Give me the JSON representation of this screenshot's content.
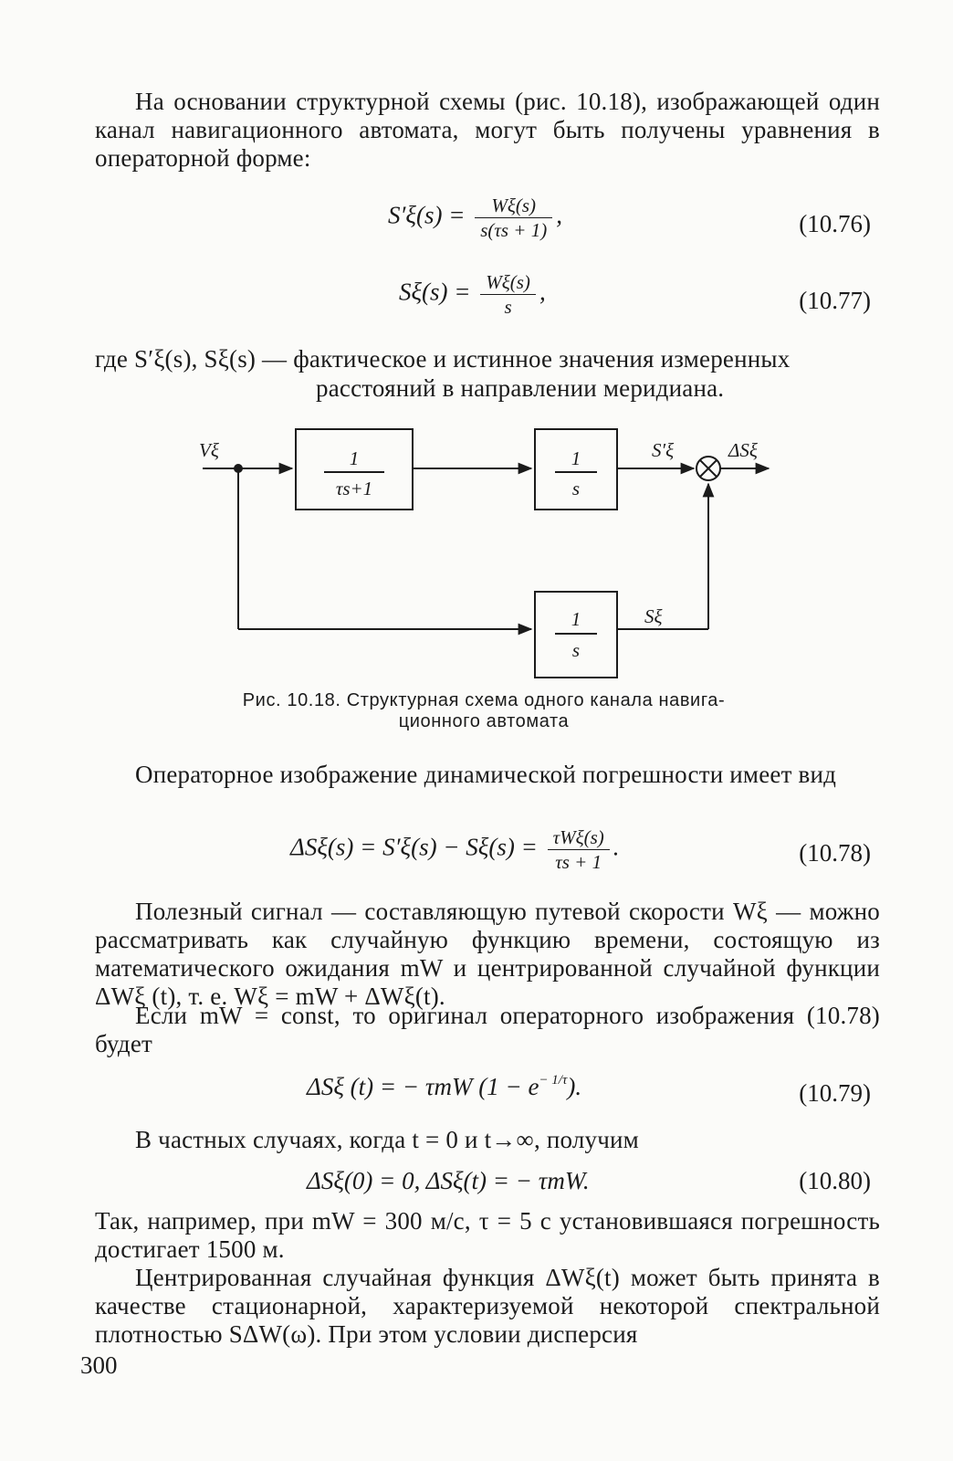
{
  "intro": {
    "text": "На основании структурной схемы (рис. 10.18), изображающей один канал навигационного автомата, могут быть получены уравнения в операторной форме:"
  },
  "eq_76": {
    "lhs": "S′ξ(s) =",
    "num": "Wξ(s)",
    "den": "s(τs + 1)",
    "tail": ",",
    "number": "(10.76)"
  },
  "eq_77": {
    "lhs": "Sξ(s) =",
    "num": "Wξ(s)",
    "den": "s",
    "tail": ",",
    "number": "(10.77)"
  },
  "where": {
    "lead": "где S′ξ(s), Sξ(s) — фактическое и истинное значения измеренных",
    "tail": "расстояний в направлении меридиана."
  },
  "diagram": {
    "input_label": "Vξ",
    "block1": {
      "num": "1",
      "den": "τs+1"
    },
    "block2": {
      "num": "1",
      "den": "s"
    },
    "block3": {
      "num": "1",
      "den": "s"
    },
    "label_s_prime": "S′ξ",
    "label_delta_s": "ΔSξ",
    "label_s": "Sξ"
  },
  "caption": {
    "line1": "Рис. 10.18. Структурная схема одного канала навига-",
    "line2": "ционного автомата"
  },
  "para_operator": {
    "text": "Операторное изображение динамической погрешности имеет вид"
  },
  "eq_78": {
    "lhs": "ΔSξ(s) = S′ξ(s) − Sξ(s) =",
    "num": "τWξ(s)",
    "den": "τs + 1",
    "tail": ".",
    "number": "(10.78)"
  },
  "para_signal": {
    "text": "Полезный сигнал — составляющую путевой скорости Wξ — можно рассматривать как случайную функцию времени, состоящую из математического ожидания mW и центрированной случайной функции ΔWξ (t), т. е. Wξ = mW + ΔWξ(t)."
  },
  "para_const": {
    "text": "Если mW = const, то оригинал операторного изображения (10.78) будет"
  },
  "eq_79": {
    "body": "ΔSξ (t) = − τmW (1 − e",
    "exp": "− 1/τ",
    "close": ").",
    "number": "(10.79)"
  },
  "para_special": {
    "text": "В частных случаях, когда t = 0 и t→∞, получим"
  },
  "eq_80": {
    "body": "ΔSξ(0) = 0,   ΔSξ(t) = − τmW.",
    "number": "(10.80)"
  },
  "para_example": {
    "text": "Так, например, при mW = 300 м/с, τ = 5 с установившаяся погрешность достигает 1500 м."
  },
  "para_centered": {
    "text": "Центрированная случайная функция ΔWξ(t) может быть принята в качестве стационарной, характеризуемой некоторой спектральной плотностью SΔW(ω). При этом условии дисперсия"
  },
  "page_number": "300"
}
